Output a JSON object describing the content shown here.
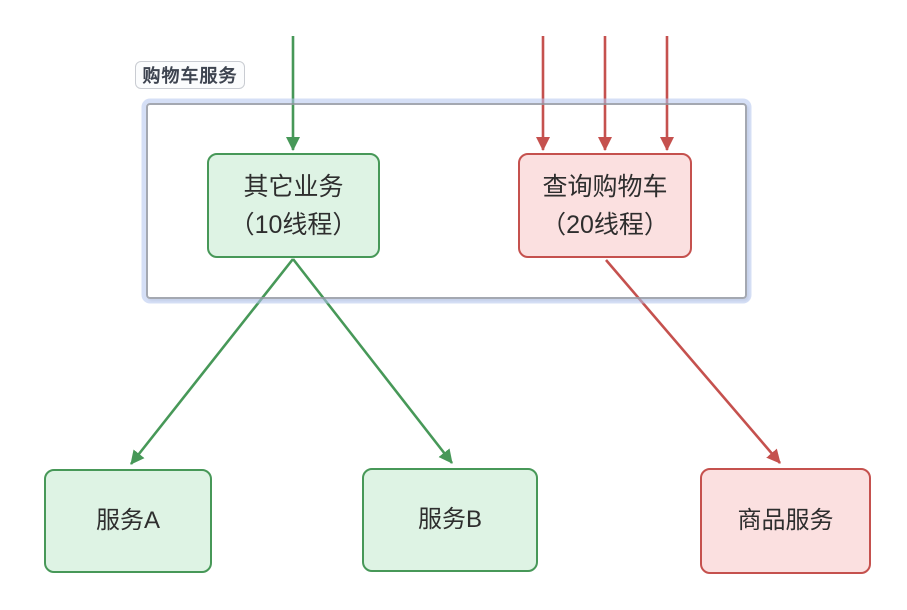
{
  "diagram": {
    "group": {
      "label": "购物车服务"
    },
    "nodes": {
      "other_business": {
        "line1": "其它业务",
        "line2": "（10线程）",
        "style": "green"
      },
      "query_cart": {
        "line1": "查询购物车",
        "line2": "（20线程）",
        "style": "red"
      },
      "service_a": {
        "label": "服务A",
        "style": "green"
      },
      "service_b": {
        "label": "服务B",
        "style": "green"
      },
      "product_service": {
        "label": "商品服务",
        "style": "red"
      }
    },
    "edges": [
      {
        "from": "inbound-traffic",
        "to": "other_business",
        "color": "green",
        "count": 1
      },
      {
        "from": "inbound-traffic",
        "to": "query_cart",
        "color": "red",
        "count": 3
      },
      {
        "from": "other_business",
        "to": "service_a",
        "color": "green",
        "count": 1
      },
      {
        "from": "other_business",
        "to": "service_b",
        "color": "green",
        "count": 1
      },
      {
        "from": "query_cart",
        "to": "product_service",
        "color": "red",
        "count": 1
      }
    ],
    "colors": {
      "green_stroke": "#479858",
      "green_fill": "#def3e4",
      "red_stroke": "#c5514e",
      "red_fill": "#fbe0e0",
      "container_border": "#949ba3",
      "container_ring": "#c6d3f0",
      "label_border": "#c9ccd2",
      "label_bg": "#fbfcfd",
      "label_text": "#3e4450",
      "node_text": "#2e2e2e"
    }
  }
}
